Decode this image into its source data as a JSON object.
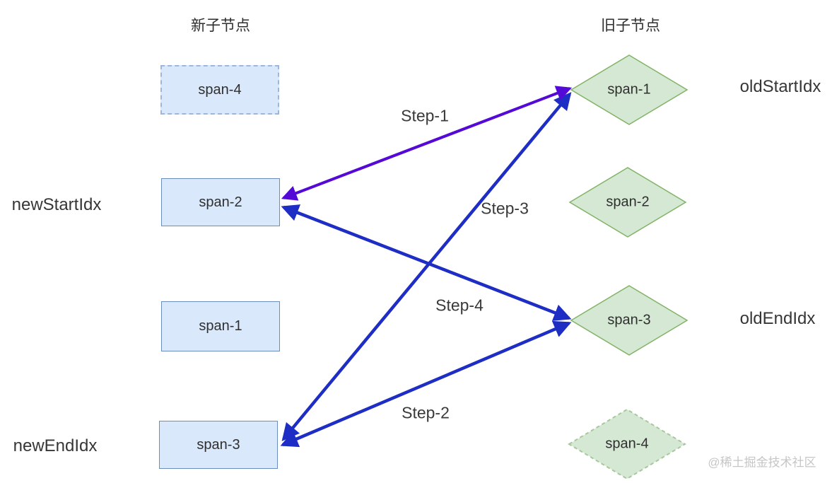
{
  "titles": {
    "new_column": "新子节点",
    "old_column": "旧子节点"
  },
  "new_nodes": [
    {
      "label": "span-4",
      "style": "dashed"
    },
    {
      "label": "span-2",
      "style": "solid"
    },
    {
      "label": "span-1",
      "style": "solid"
    },
    {
      "label": "span-3",
      "style": "solid"
    }
  ],
  "old_nodes": [
    {
      "label": "span-1",
      "style": "solid"
    },
    {
      "label": "span-2",
      "style": "solid"
    },
    {
      "label": "span-3",
      "style": "solid"
    },
    {
      "label": "span-4",
      "style": "dashed"
    }
  ],
  "index_labels": {
    "new_start": "newStartIdx",
    "new_end": "newEndIdx",
    "old_start": "oldStartIdx",
    "old_end": "oldEndIdx"
  },
  "steps": [
    {
      "label": "Step-1",
      "from": "new span-2",
      "to": "old span-1",
      "color": "#5409d6"
    },
    {
      "label": "Step-2",
      "from": "new span-3",
      "to": "old span-3",
      "color": "#1e2dc4"
    },
    {
      "label": "Step-3",
      "from": "new span-3",
      "to": "old span-1",
      "color": "#1e2dc4"
    },
    {
      "label": "Step-4",
      "from": "new span-2",
      "to": "old span-3",
      "color": "#1e2dc4"
    }
  ],
  "watermark": "@稀土掘金技术社区",
  "colors": {
    "rect_fill": "#dae8fc",
    "rect_stroke": "#6c8ebf",
    "diamond_fill": "#d5e8d4",
    "diamond_stroke": "#82b366",
    "arrow_blue": "#1e2dc4",
    "arrow_purple": "#5409d6",
    "text": "#2f2f2f",
    "watermark_gray": "#c6c6c6"
  }
}
